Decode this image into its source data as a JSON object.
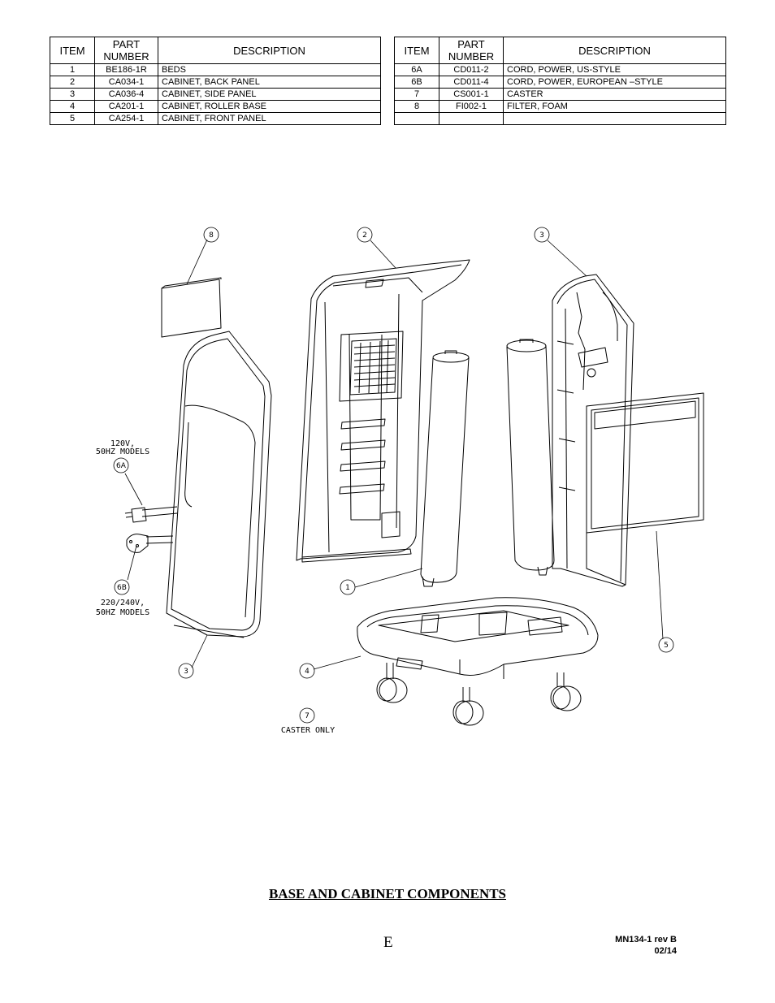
{
  "parts_table_left": {
    "headers": {
      "item": "ITEM",
      "part_number": "PART\nNUMBER",
      "description": "DESCRIPTION"
    },
    "rows": [
      {
        "item": "1",
        "part_number": "BE186-1R",
        "description": "BEDS"
      },
      {
        "item": "2",
        "part_number": "CA034-1",
        "description": "CABINET, BACK PANEL"
      },
      {
        "item": "3",
        "part_number": "CA036-4",
        "description": "CABINET, SIDE PANEL"
      },
      {
        "item": "4",
        "part_number": "CA201-1",
        "description": "CABINET, ROLLER BASE"
      },
      {
        "item": "5",
        "part_number": "CA254-1",
        "description": "CABINET, FRONT PANEL"
      }
    ]
  },
  "parts_table_right": {
    "headers": {
      "item": "ITEM",
      "part_number": "PART\nNUMBER",
      "description": "DESCRIPTION"
    },
    "rows": [
      {
        "item": "6A",
        "part_number": "CD011-2",
        "description": "CORD, POWER, US-STYLE"
      },
      {
        "item": "6B",
        "part_number": "CD011-4",
        "description": "CORD, POWER, EUROPEAN –STYLE"
      },
      {
        "item": "7",
        "part_number": "CS001-1",
        "description": "CASTER"
      },
      {
        "item": "8",
        "part_number": "FI002-1",
        "description": "FILTER, FOAM"
      },
      {
        "item": "",
        "part_number": "",
        "description": ""
      }
    ]
  },
  "diagram": {
    "callouts": [
      "8",
      "2",
      "3",
      "6A",
      "6B",
      "1",
      "3",
      "4",
      "7",
      "5"
    ],
    "labels": {
      "us_cord_line1": "120V,",
      "us_cord_line2": "50HZ MODELS",
      "eu_cord_line1": "220/240V,",
      "eu_cord_line2": "50HZ MODELS",
      "caster_note": "CASTER ONLY"
    }
  },
  "title": "BASE AND CABINET COMPONENTS",
  "page_letter": "E",
  "doc_id_line1": "MN134-1 rev B",
  "doc_id_line2": "02/14"
}
